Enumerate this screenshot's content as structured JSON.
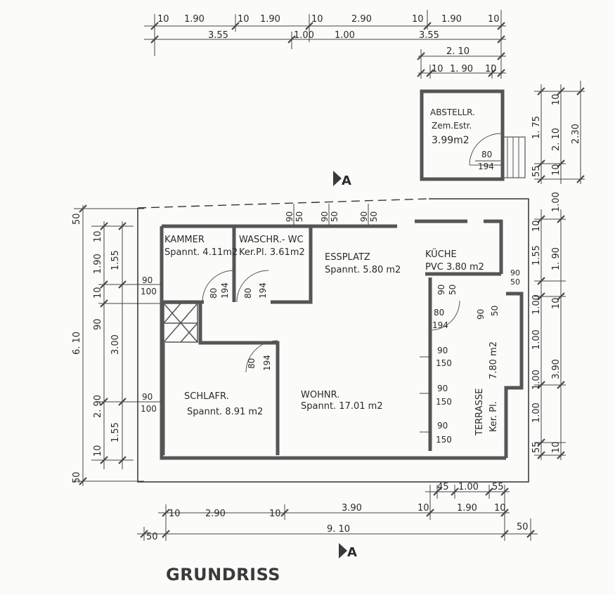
{
  "title": "GRUNDRISS",
  "section_marker": "A",
  "rooms": {
    "kammer": {
      "name": "KAMMER",
      "area": "Spannt. 4.11m2"
    },
    "waschraum": {
      "name": "WASCHR.- WC",
      "area": "Ker.Pl. 3.61m2"
    },
    "essplatz": {
      "name": "ESSPLATZ",
      "area": "Spannt.   5.80 m2"
    },
    "kueche": {
      "name": "KÜCHE",
      "area": "PVC   3.80 m2"
    },
    "abstellraum": {
      "name": "ABSTELLR.",
      "material": "Zem.Estr.",
      "area": "3.99m2"
    },
    "schlafraum": {
      "name": "SCHLAFR.",
      "area": "Spannt.   8.91 m2"
    },
    "wohnraum": {
      "name": "WOHNR.",
      "area": "Spannt.   17.01 m2"
    },
    "terrasse": {
      "name": "TERRASSE",
      "material": "Ker. Pl.",
      "area": "7.80 m2"
    }
  },
  "openings": {
    "o80_194": [
      "80",
      "194"
    ],
    "o90_100": [
      "90",
      "100"
    ],
    "o90_150": [
      "90",
      "150"
    ],
    "o90_50": [
      "90",
      "50"
    ]
  },
  "dims_top": {
    "row1": [
      "10",
      "1.90",
      "10",
      "1.90",
      "10",
      "2.90",
      "10",
      "1.90",
      "10"
    ],
    "row2": [
      "3.55",
      "1.00",
      "1.00",
      "3.55"
    ],
    "annex": [
      "2. 10",
      "10",
      "1. 90",
      "10"
    ],
    "annex_first": "10"
  },
  "dims_bottom": {
    "row1": [
      "10",
      "2.90",
      "10",
      "3.90",
      "10",
      "1.90",
      "10"
    ],
    "row0": [
      "45",
      "1.00",
      "55"
    ],
    "row2": [
      "50",
      "9. 10",
      "50"
    ]
  },
  "dims_left": {
    "outer": "6. 10",
    "mid": [
      "3.00",
      "1.55",
      "1.55"
    ],
    "inner": [
      "50",
      "10",
      "1.90",
      "10",
      "90",
      "2. 90",
      "10",
      "50"
    ]
  },
  "dims_right": {
    "annex": [
      "1. 75",
      "2. 10",
      "10",
      "2.30",
      "55",
      "10"
    ],
    "main": [
      "1.00",
      "10",
      "1.55",
      "1. 90",
      "1.00",
      "10",
      "1.00",
      "1.00",
      "3.90",
      "1.00",
      "55",
      "10"
    ]
  }
}
